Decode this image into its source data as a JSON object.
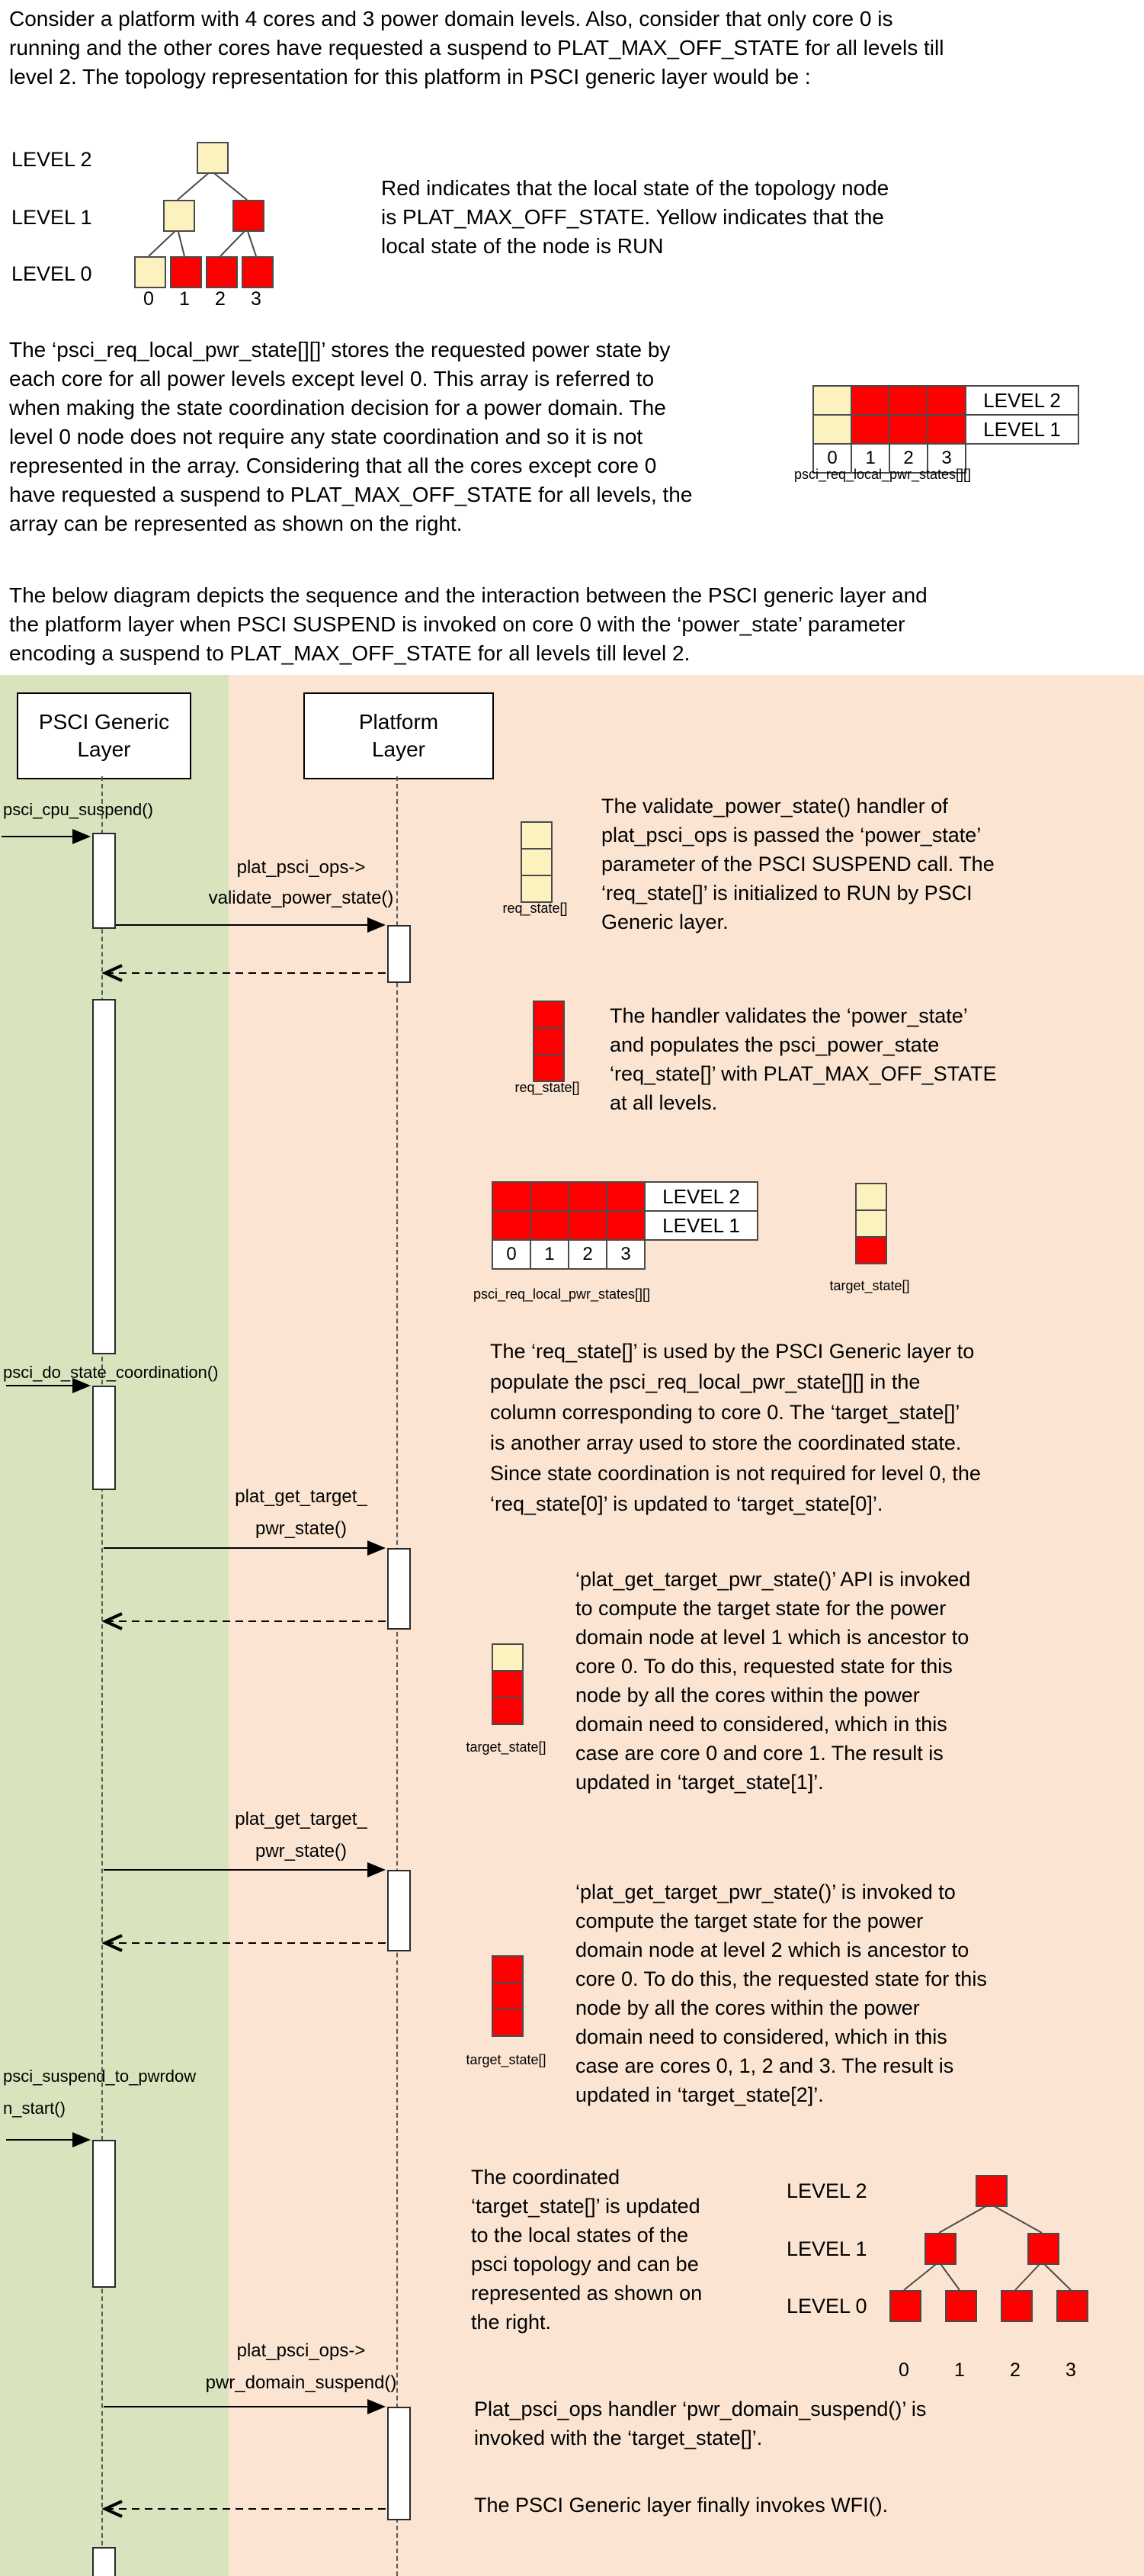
{
  "colors": {
    "run": "#FBF2C0",
    "off": "#FF0000",
    "green_band": "#D7E4BD",
    "peach_band": "#FBE5D2"
  },
  "intro": {
    "p1": "Consider a platform with 4 cores and 3 power domain levels. Also, consider that only core 0 is\nrunning and the other cores have requested a suspend to PLAT_MAX_OFF_STATE for all levels till\nlevel 2. The topology representation for this platform in PSCI generic layer would be :",
    "legend": "Red indicates that the local state of the topology node\nis PLAT_MAX_OFF_STATE. Yellow indicates that the\nlocal state of the node is RUN",
    "p2": "The ‘psci_req_local_pwr_state[][]’ stores the requested power state by\neach core for all power levels except level 0. This array is referred to\nwhen making the state coordination decision for a power domain. The\nlevel 0 node does not require any state coordination and so it is not\nrepresented in the array. Considering that all the cores except core 0\nhave requested a suspend to PLAT_MAX_OFF_STATE for all levels, the\narray can be represented as shown on the right.",
    "p3": "The below diagram depicts the sequence and the interaction between the PSCI generic layer and\nthe platform layer when PSCI SUSPEND is invoked on core 0 with the ‘power_state’ parameter\nencoding a suspend to PLAT_MAX_OFF_STATE for all levels till level 2."
  },
  "topology_initial": {
    "levels": [
      "LEVEL 2",
      "LEVEL 1",
      "LEVEL 0"
    ],
    "level2_states": [
      "run"
    ],
    "level1_states": [
      "run",
      "off"
    ],
    "level0_states": [
      "run",
      "off",
      "off",
      "off"
    ],
    "cores": [
      "0",
      "1",
      "2",
      "3"
    ]
  },
  "req_grid_initial": {
    "row_labels": [
      "LEVEL 2",
      "LEVEL 1"
    ],
    "level2_cells": [
      "run",
      "off",
      "off",
      "off"
    ],
    "level1_cells": [
      "run",
      "off",
      "off",
      "off"
    ],
    "cores": [
      "0",
      "1",
      "2",
      "3"
    ],
    "caption": "psci_req_local_pwr_states[][]"
  },
  "sequence": {
    "psci_lifeline_title": "PSCI Generic\nLayer",
    "platform_lifeline_title": "Platform\nLayer",
    "msg_cpu_suspend": "psci_cpu_suspend()",
    "msg_validate": "plat_psci_ops->\nvalidate_power_state()",
    "msg_do_state_coordination": "psci_do_state_coordination()",
    "msg_get_target_1": "plat_get_target_\npwr_state()",
    "msg_get_target_2": "plat_get_target_\npwr_state()",
    "msg_suspend_to_pwrdown": "psci_suspend_to_pwrdow\nn_start()",
    "msg_domain_suspend": "plat_psci_ops->\npwr_domain_suspend()"
  },
  "annotations": {
    "req_state_run": {
      "caption": "req_state[]",
      "cells": [
        "run",
        "run",
        "run"
      ],
      "text": "The validate_power_state() handler of\nplat_psci_ops is passed the ‘power_state’\nparameter of the PSCI SUSPEND call. The\n‘req_state[]’ is initialized to RUN by PSCI\nGeneric layer."
    },
    "req_state_off": {
      "caption": "req_state[]",
      "cells": [
        "off",
        "off",
        "off"
      ],
      "text": "The handler validates the ‘power_state’\nand populates the psci_power_state\n‘req_state[]’ with PLAT_MAX_OFF_STATE\nat all levels."
    },
    "req_grid_updated": {
      "row_labels": [
        "LEVEL 2",
        "LEVEL 1"
      ],
      "level2_cells": [
        "off",
        "off",
        "off",
        "off"
      ],
      "level1_cells": [
        "off",
        "off",
        "off",
        "off"
      ],
      "cores": [
        "0",
        "1",
        "2",
        "3"
      ],
      "caption": "psci_req_local_pwr_states[][]"
    },
    "target_state_0": {
      "caption": "target_state[]",
      "cells": [
        "run",
        "run",
        "off"
      ],
      "text": "The ‘req_state[]’ is used by the PSCI Generic layer to\npopulate the psci_req_local_pwr_state[][] in the\ncolumn corresponding to core 0. The ‘target_state[]’\nis another array used to store the coordinated state.\nSince state coordination is not required for level 0, the\n‘req_state[0]’ is updated to ‘target_state[0]’."
    },
    "target_state_1": {
      "caption": "target_state[]",
      "cells": [
        "run",
        "off",
        "off"
      ],
      "text": "‘plat_get_target_pwr_state()’ API is invoked\nto compute the target state for the power\ndomain node at level 1 which is ancestor to\ncore 0. To do this, requested state for this\nnode by all the cores within the power\ndomain need to considered, which in this\ncase are core 0 and core 1. The result is\nupdated in ‘target_state[1]’."
    },
    "target_state_2": {
      "caption": "target_state[]",
      "cells": [
        "off",
        "off",
        "off"
      ],
      "text": "‘plat_get_target_pwr_state()’ is invoked to\ncompute the target state for the power\ndomain node at level 2 which is ancestor to\ncore 0. To do this, the requested state for this\nnode by all the cores within the power\ndomain need to considered, which in this\ncase are cores 0, 1, 2 and 3. The result is\nupdated in ‘target_state[2]’."
    },
    "coordinated_text": "The coordinated\n‘target_state[]’ is updated\nto the local states of the\npsci topology and can be\nrepresented as shown on\nthe right.",
    "domain_suspend_text": "Plat_psci_ops handler ‘pwr_domain_suspend()’ is\ninvoked with the ‘target_state[]’.",
    "wfi_text": "The PSCI Generic layer finally invokes WFI()."
  },
  "topology_final": {
    "levels": [
      "LEVEL 2",
      "LEVEL 1",
      "LEVEL 0"
    ],
    "level2_states": [
      "off"
    ],
    "level1_states": [
      "off",
      "off"
    ],
    "level0_states": [
      "off",
      "off",
      "off",
      "off"
    ],
    "cores": [
      "0",
      "1",
      "2",
      "3"
    ]
  }
}
